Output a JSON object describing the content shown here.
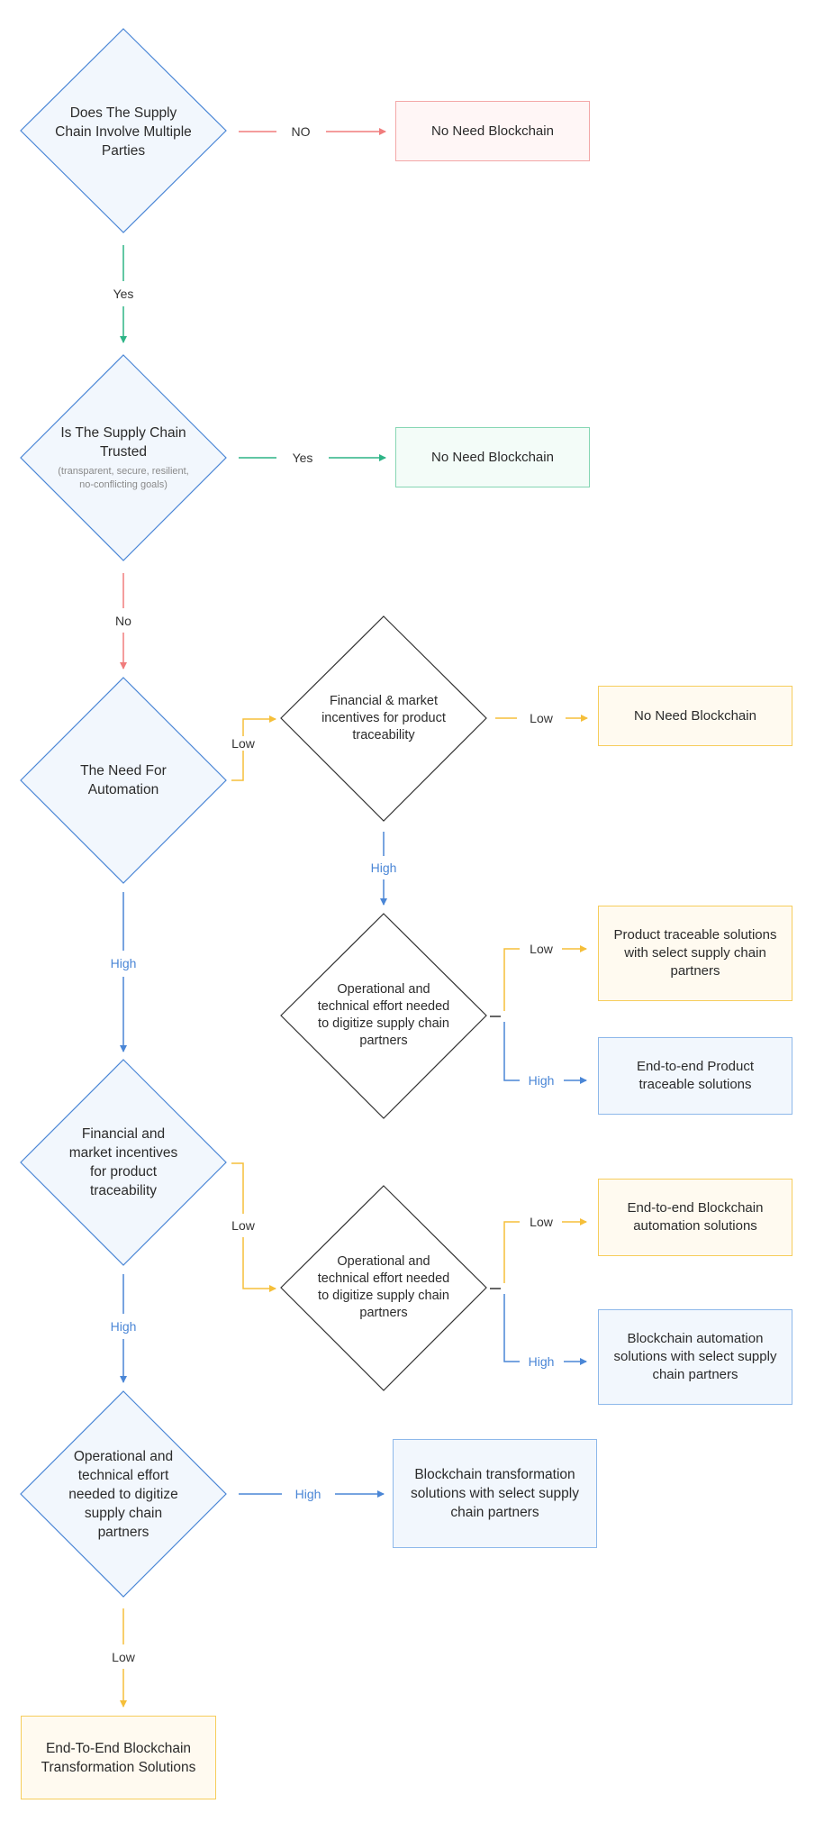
{
  "colors": {
    "red": "#f07c7c",
    "green": "#2db486",
    "yellow": "#f5bf3a",
    "blue": "#4a86d6",
    "dark": "#333333"
  },
  "decisions": {
    "multiple_parties": {
      "text": "Does The Supply Chain Involve Multiple Parties"
    },
    "trusted": {
      "text": "Is The Supply Chain Trusted",
      "note": "(transparent, secure, resilient, no-conflicting goals)"
    },
    "automation": {
      "text": "The Need For Automation"
    },
    "incentives_upper": {
      "text": "Financial & market incentives for  product traceability"
    },
    "effort_upper": {
      "text": "Operational and technical effort needed to digitize supply chain partners"
    },
    "incentives_lower": {
      "text": "Financial and market incentives for product traceability"
    },
    "effort_middle": {
      "text": "Operational and technical effort needed to digitize supply chain partners"
    },
    "effort_bottom": {
      "text": "Operational and technical effort needed to digitize supply chain partners"
    }
  },
  "outcomes": {
    "no_need_1": "No Need Blockchain",
    "no_need_2": "No Need Blockchain",
    "no_need_3": "No Need Blockchain",
    "product_traceable_select": "Product traceable solutions with select supply chain partners",
    "end_to_end_product": "End-to-end Product traceable solutions",
    "end_to_end_automation": "End-to-end Blockchain automation solutions",
    "automation_select": "Blockchain automation solutions with select supply chain partners",
    "transformation_select": "Blockchain transformation solutions with select supply chain partners",
    "end_to_end_transformation": "End-To-End Blockchain Transformation Solutions"
  },
  "edge_labels": {
    "no": "NO",
    "yes_down": "Yes",
    "yes_right": "Yes",
    "no_down": "No",
    "low_automation": "Low",
    "low_incentives_upper": "Low",
    "high_incentives_upper": "High",
    "high_automation": "High",
    "low_effort_upper": "Low",
    "high_effort_upper": "High",
    "low_incentives_lower": "Low",
    "low_effort_middle": "Low",
    "high_effort_middle": "High",
    "high_incentives_lower": "High",
    "high_effort_bottom": "High",
    "low_effort_bottom": "Low"
  }
}
